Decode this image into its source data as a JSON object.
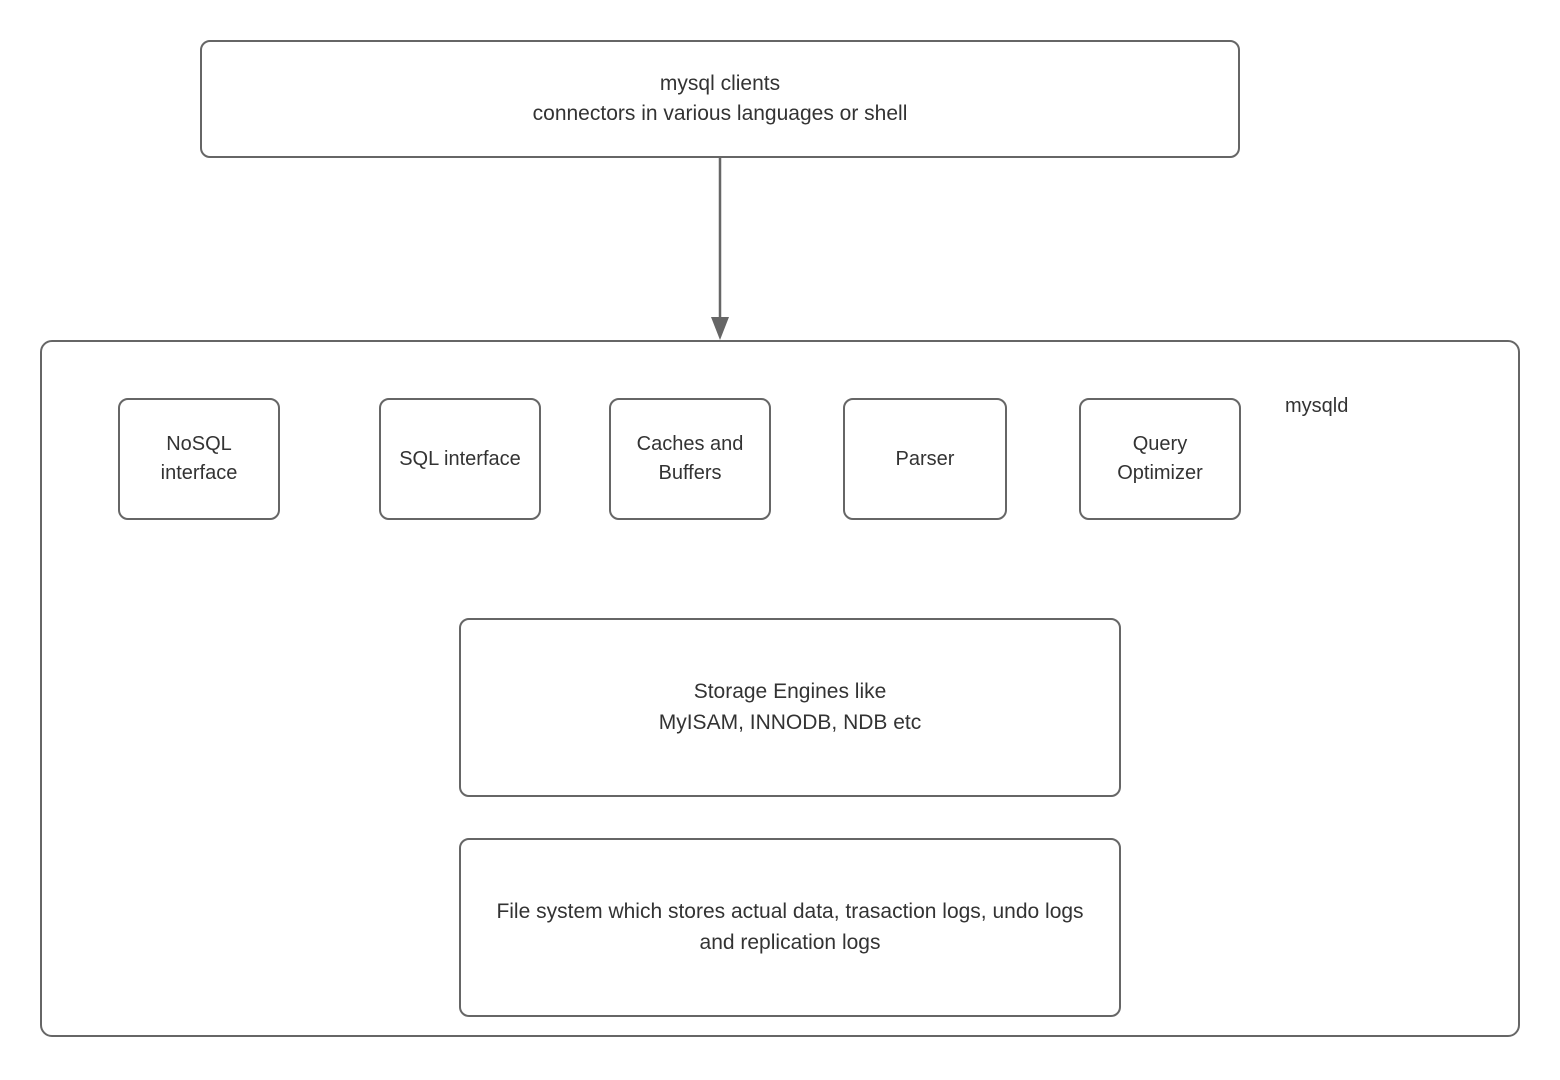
{
  "diagram": {
    "title": "MySQL server architecture diagram",
    "stroke_color": "#666666",
    "text_color": "#333333",
    "background_color": "#ffffff",
    "nodes": {
      "mysql_clients": {
        "label": "mysql clients\nconnectors in various languages or shell"
      },
      "mysqld_container": {
        "label": "mysqld"
      },
      "nosql_interface": {
        "label": "NoSQL\ninterface"
      },
      "sql_interface": {
        "label": "SQL interface"
      },
      "caches_and_buffers": {
        "label": "Caches and\nBuffers"
      },
      "parser": {
        "label": "Parser"
      },
      "query_optimizer": {
        "label": "Query\nOptimizer"
      },
      "storage_engines": {
        "label": "Storage Engines like\nMyISAM, INNODB, NDB etc"
      },
      "file_system": {
        "label": "File system which stores actual data, trasaction logs, undo logs\nand replication logs"
      }
    },
    "connectors": [
      {
        "name": "clients-to-mysqld",
        "from": "mysql_clients",
        "to": "mysqld_container",
        "style": "solid",
        "arrowhead": "filled-triangle"
      }
    ]
  }
}
